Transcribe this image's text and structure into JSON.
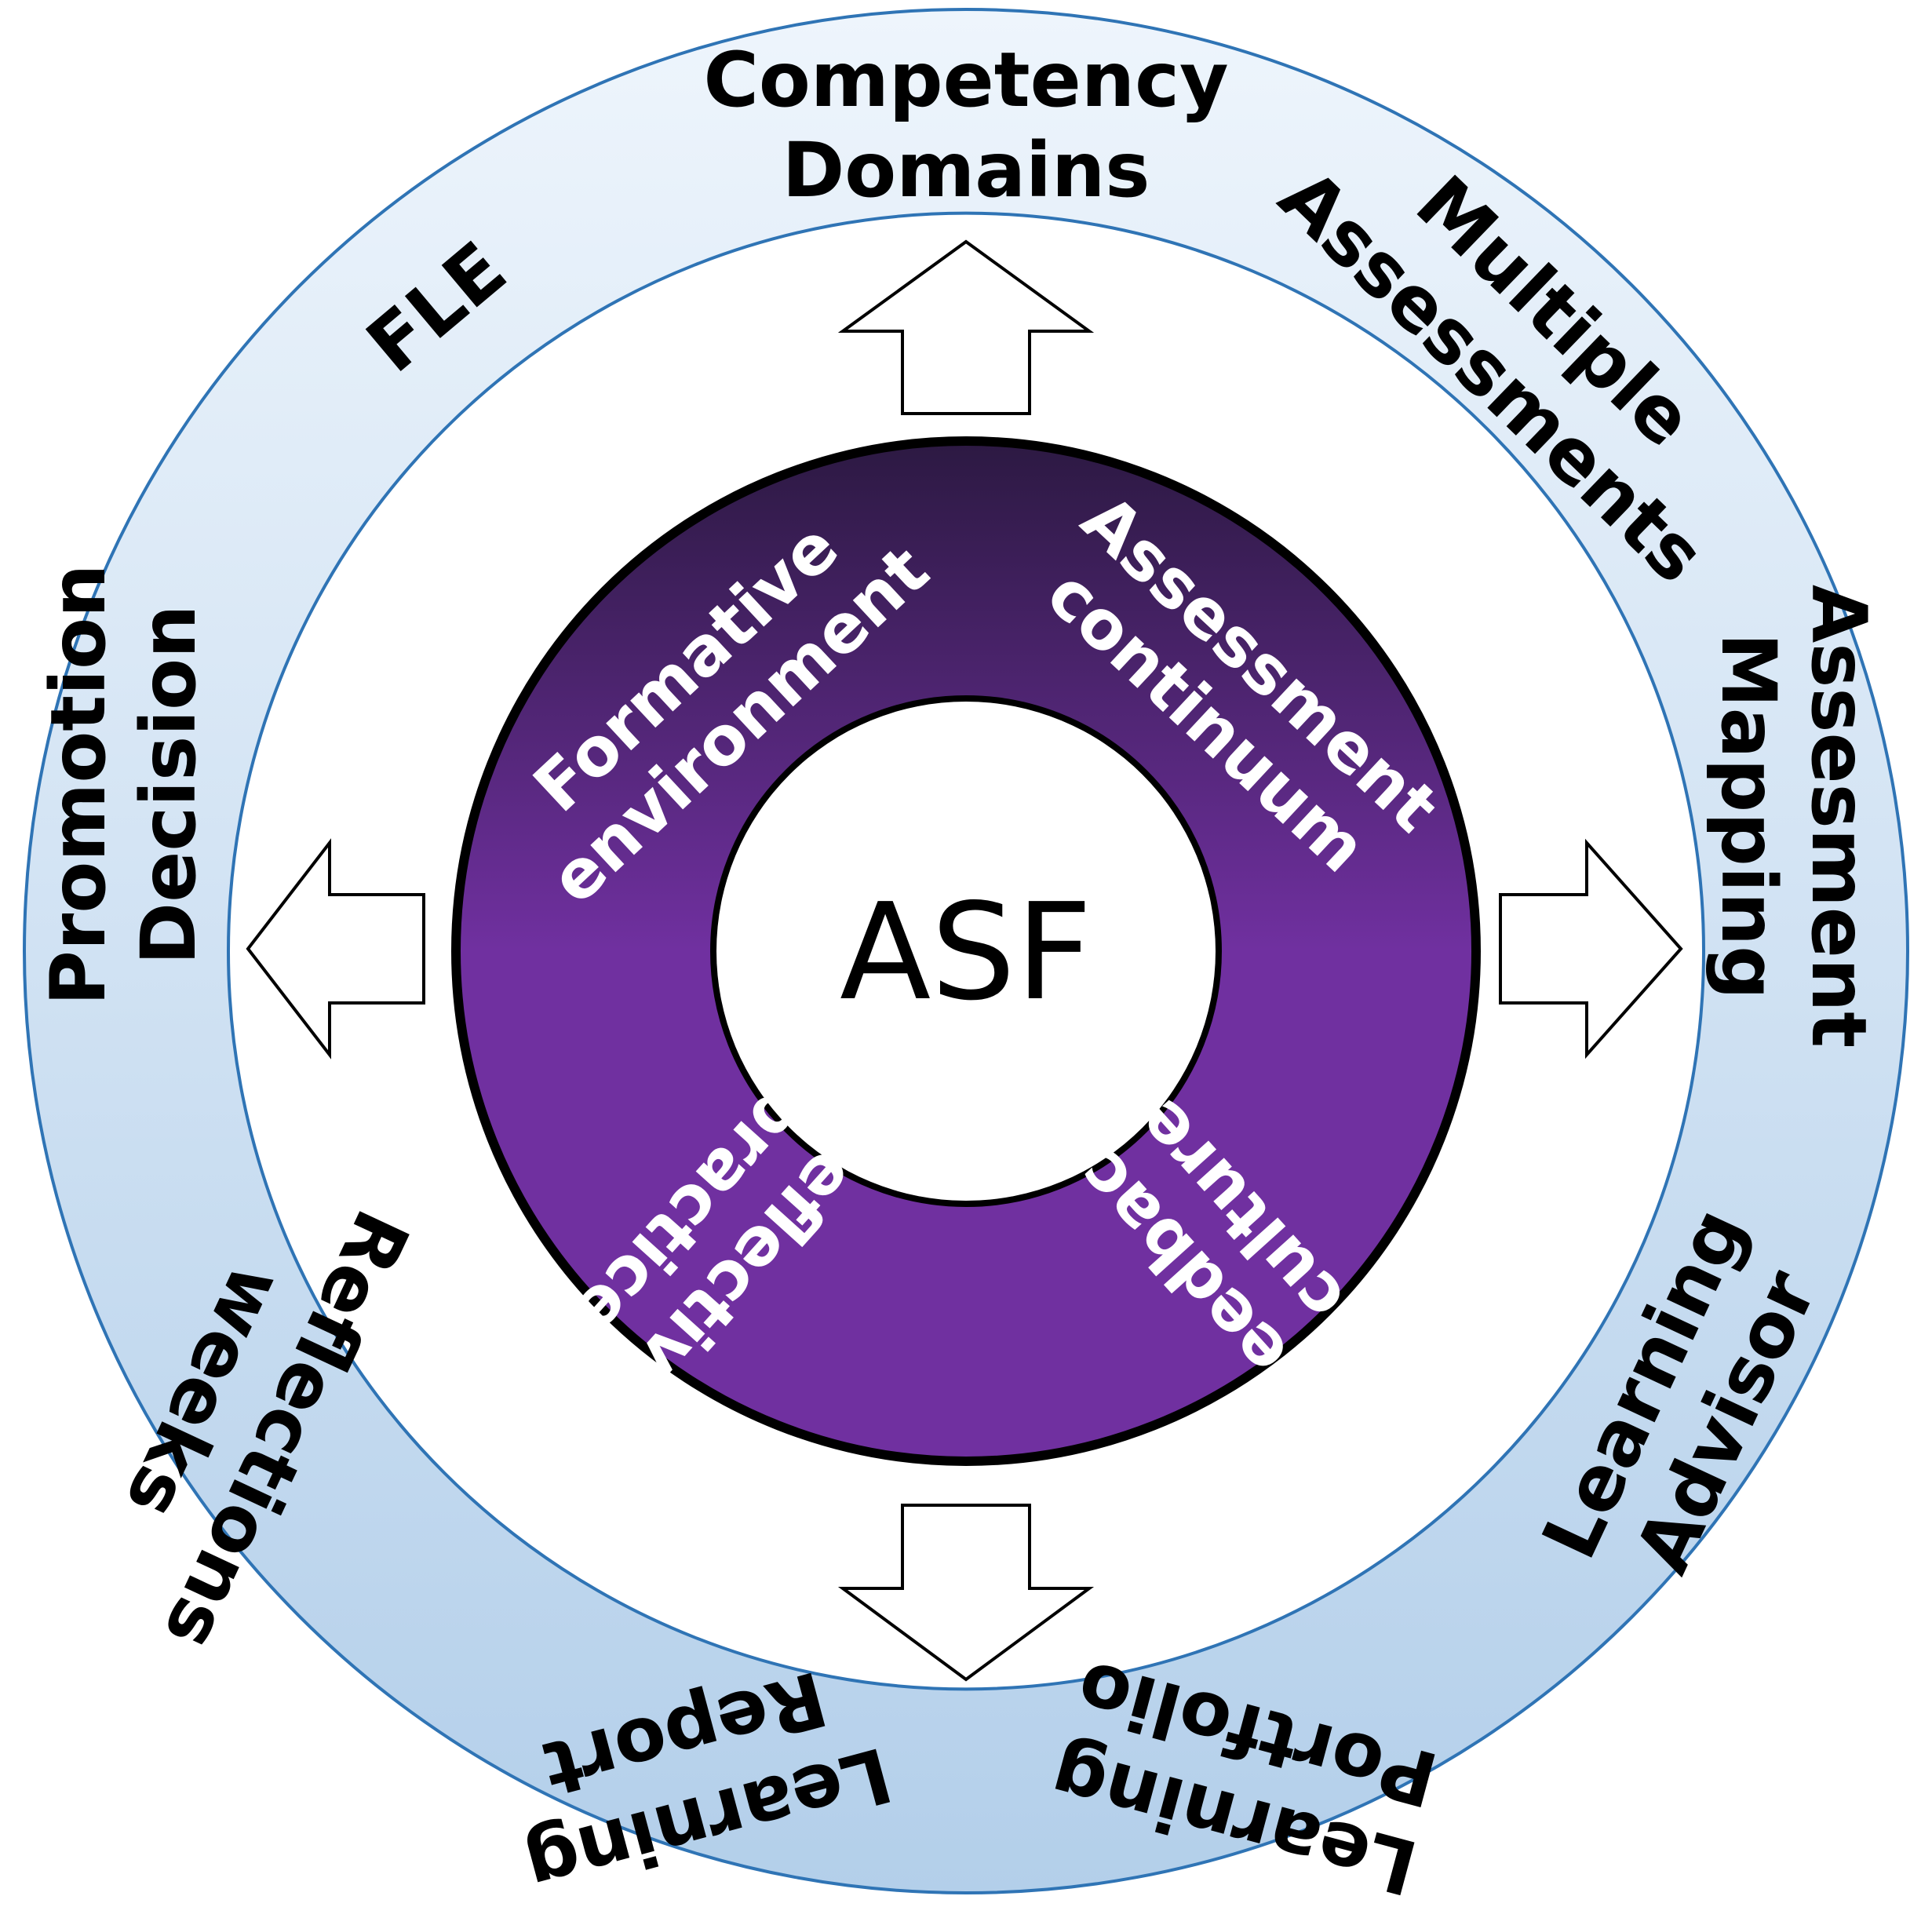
{
  "center": {
    "label": "ASF"
  },
  "inner_ring": [
    {
      "id": "formative",
      "lines": [
        "Formative",
        "environment"
      ]
    },
    {
      "id": "assessment-continuum",
      "lines": [
        "Assessment",
        "continuum"
      ]
    },
    {
      "id": "feedback",
      "lines": [
        "Feedback",
        "culture"
      ]
    },
    {
      "id": "reflective",
      "lines": [
        "Reflective",
        "practice"
      ]
    }
  ],
  "outer_ring": [
    {
      "id": "competency-domains",
      "lines": [
        "Competency",
        "Domains"
      ]
    },
    {
      "id": "multiple-assessments",
      "lines": [
        "Multiple",
        "Assessments"
      ]
    },
    {
      "id": "assessment-mapping",
      "lines": [
        "Assesment",
        "Mapping"
      ]
    },
    {
      "id": "learning-advisor",
      "lines": [
        "Learning",
        "Advisor"
      ]
    },
    {
      "id": "learning-portfolio",
      "lines": [
        "Learning",
        "Portfolio"
      ]
    },
    {
      "id": "learning-report",
      "lines": [
        "Learning",
        "Report"
      ]
    },
    {
      "id": "reflection-weeks",
      "lines": [
        "Reflections",
        "weeks"
      ]
    },
    {
      "id": "promotion-decision",
      "lines": [
        "Promotion",
        "Decision"
      ]
    },
    {
      "id": "fle",
      "lines": [
        "FLE"
      ]
    }
  ],
  "colors": {
    "outer_ring_top": "#eef5fc",
    "outer_ring_bottom": "#b3cfea",
    "outer_ring_stroke": "#2f74b5",
    "inner_ring_top": "#2c1942",
    "inner_ring_bottom": "#7030a0",
    "inner_ring_stroke": "#000000",
    "arrow_fill": "#ffffff",
    "arrow_stroke": "#000000"
  }
}
